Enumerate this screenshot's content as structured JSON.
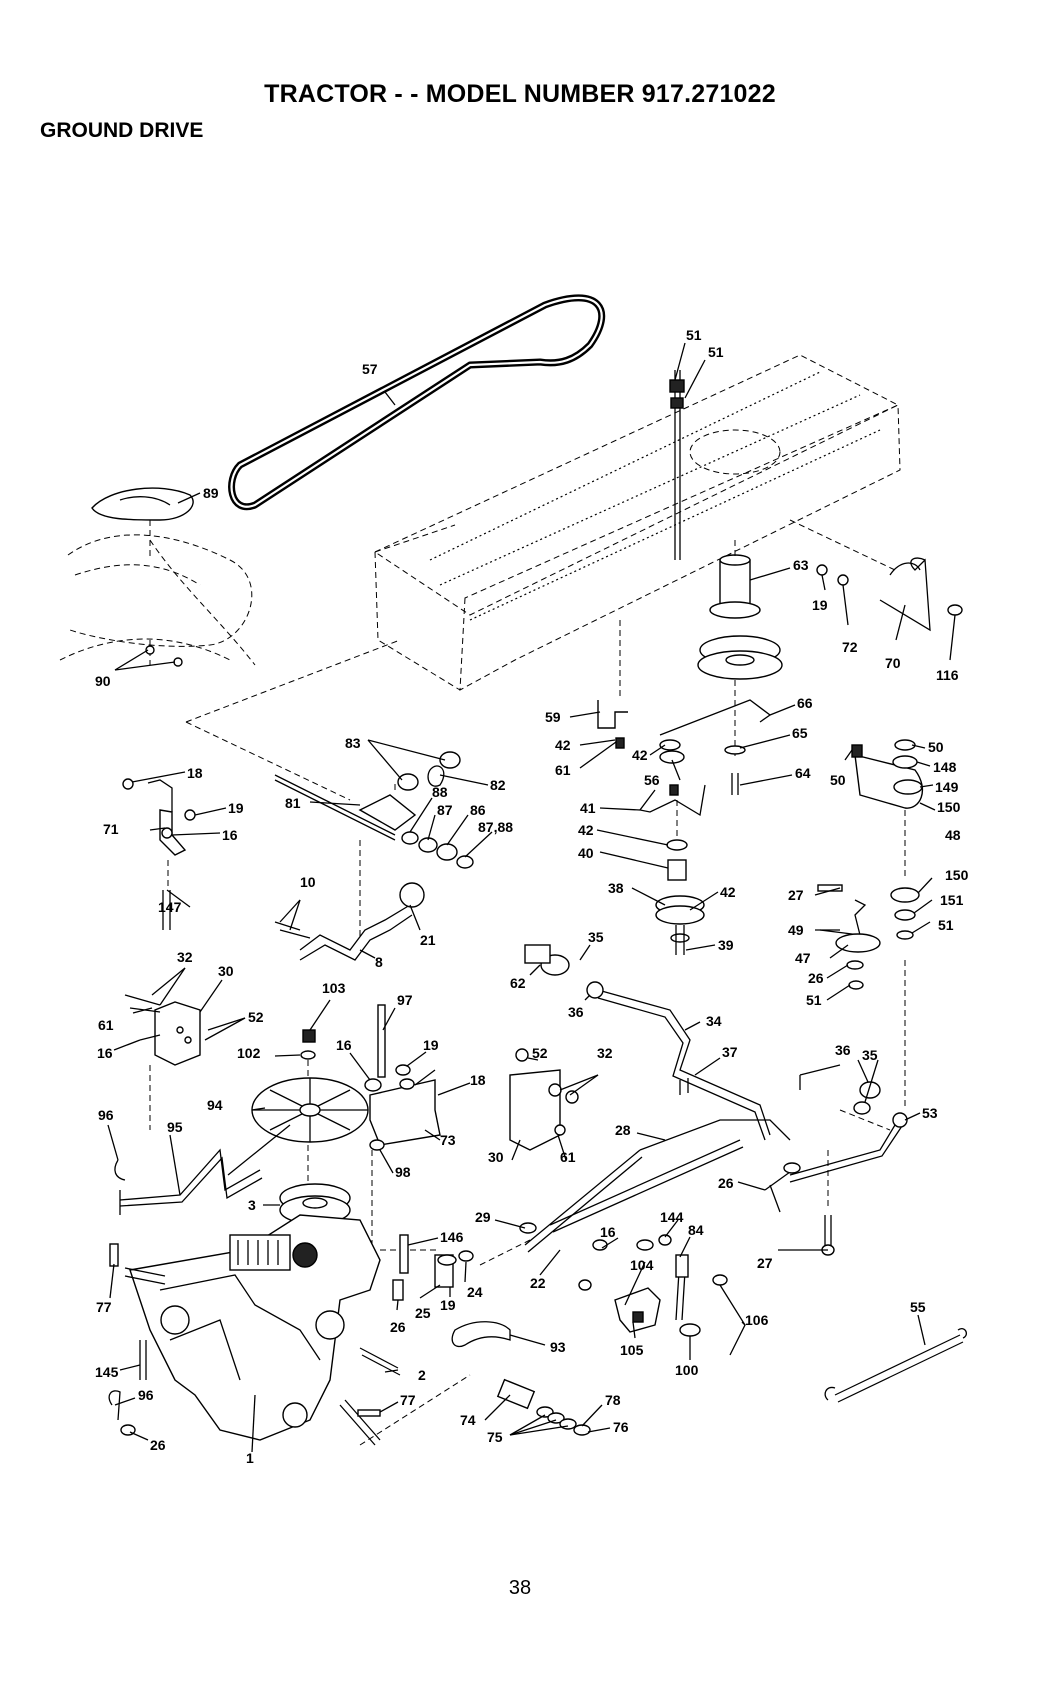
{
  "header": {
    "title": "TRACTOR - - MODEL NUMBER 917.271022",
    "subtitle": "GROUND DRIVE"
  },
  "footer": {
    "page_number": "38"
  },
  "callouts": [
    {
      "id": "c51a",
      "label": "51"
    },
    {
      "id": "c51b",
      "label": "51"
    },
    {
      "id": "c57",
      "label": "57"
    },
    {
      "id": "c89",
      "label": "89"
    },
    {
      "id": "c90",
      "label": "90"
    },
    {
      "id": "c63",
      "label": "63"
    },
    {
      "id": "c19a",
      "label": "19"
    },
    {
      "id": "c72",
      "label": "72"
    },
    {
      "id": "c70",
      "label": "70"
    },
    {
      "id": "c116",
      "label": "116"
    },
    {
      "id": "c66",
      "label": "66"
    },
    {
      "id": "c59",
      "label": "59"
    },
    {
      "id": "c65",
      "label": "65"
    },
    {
      "id": "c42a",
      "label": "42"
    },
    {
      "id": "c42b",
      "label": "42"
    },
    {
      "id": "c61a",
      "label": "61"
    },
    {
      "id": "c56",
      "label": "56"
    },
    {
      "id": "c64",
      "label": "64"
    },
    {
      "id": "c50a",
      "label": "50"
    },
    {
      "id": "c50b",
      "label": "50"
    },
    {
      "id": "c148",
      "label": "148"
    },
    {
      "id": "c149",
      "label": "149"
    },
    {
      "id": "c150a",
      "label": "150"
    },
    {
      "id": "c48",
      "label": "48"
    },
    {
      "id": "c150b",
      "label": "150"
    },
    {
      "id": "c151",
      "label": "151"
    },
    {
      "id": "c51c",
      "label": "51"
    },
    {
      "id": "c18a",
      "label": "18"
    },
    {
      "id": "c19b",
      "label": "19"
    },
    {
      "id": "c71",
      "label": "71"
    },
    {
      "id": "c16a",
      "label": "16"
    },
    {
      "id": "c83",
      "label": "83"
    },
    {
      "id": "c82",
      "label": "82"
    },
    {
      "id": "c81",
      "label": "81"
    },
    {
      "id": "c88a",
      "label": "88"
    },
    {
      "id": "c87a",
      "label": "87"
    },
    {
      "id": "c86",
      "label": "86"
    },
    {
      "id": "c8788",
      "label": "87,88"
    },
    {
      "id": "c41",
      "label": "41"
    },
    {
      "id": "c42c",
      "label": "42"
    },
    {
      "id": "c40",
      "label": "40"
    },
    {
      "id": "c38",
      "label": "38"
    },
    {
      "id": "c42d",
      "label": "42"
    },
    {
      "id": "c39",
      "label": "39"
    },
    {
      "id": "c27a",
      "label": "27"
    },
    {
      "id": "c49",
      "label": "49"
    },
    {
      "id": "c47",
      "label": "47"
    },
    {
      "id": "c26a",
      "label": "26"
    },
    {
      "id": "c51d",
      "label": "51"
    },
    {
      "id": "c147",
      "label": "147"
    },
    {
      "id": "c10",
      "label": "10"
    },
    {
      "id": "c21",
      "label": "21"
    },
    {
      "id": "c8",
      "label": "8"
    },
    {
      "id": "c32a",
      "label": "32"
    },
    {
      "id": "c30a",
      "label": "30"
    },
    {
      "id": "c103",
      "label": "103"
    },
    {
      "id": "c97",
      "label": "97"
    },
    {
      "id": "c35a",
      "label": "35"
    },
    {
      "id": "c62",
      "label": "62"
    },
    {
      "id": "c36a",
      "label": "36"
    },
    {
      "id": "c34",
      "label": "34"
    },
    {
      "id": "c61b",
      "label": "61"
    },
    {
      "id": "c52a",
      "label": "52"
    },
    {
      "id": "c16b",
      "label": "16"
    },
    {
      "id": "c102",
      "label": "102"
    },
    {
      "id": "c16c",
      "label": "16"
    },
    {
      "id": "c19c",
      "label": "19"
    },
    {
      "id": "c18b",
      "label": "18"
    },
    {
      "id": "c52b",
      "label": "52"
    },
    {
      "id": "c32b",
      "label": "32"
    },
    {
      "id": "c37",
      "label": "37"
    },
    {
      "id": "c36b",
      "label": "36"
    },
    {
      "id": "c35b",
      "label": "35"
    },
    {
      "id": "c94",
      "label": "94"
    },
    {
      "id": "c96a",
      "label": "96"
    },
    {
      "id": "c95",
      "label": "95"
    },
    {
      "id": "c73",
      "label": "73"
    },
    {
      "id": "c30b",
      "label": "30"
    },
    {
      "id": "c61c",
      "label": "61"
    },
    {
      "id": "c28",
      "label": "28"
    },
    {
      "id": "c53",
      "label": "53"
    },
    {
      "id": "c98",
      "label": "98"
    },
    {
      "id": "c3",
      "label": "3"
    },
    {
      "id": "c26b",
      "label": "26"
    },
    {
      "id": "c29",
      "label": "29"
    },
    {
      "id": "c146",
      "label": "146"
    },
    {
      "id": "c16d",
      "label": "16"
    },
    {
      "id": "c144",
      "label": "144"
    },
    {
      "id": "c84",
      "label": "84"
    },
    {
      "id": "c104",
      "label": "104"
    },
    {
      "id": "c27b",
      "label": "27"
    },
    {
      "id": "c77a",
      "label": "77"
    },
    {
      "id": "c24",
      "label": "24"
    },
    {
      "id": "c19d",
      "label": "19"
    },
    {
      "id": "c25",
      "label": "25"
    },
    {
      "id": "c22",
      "label": "22"
    },
    {
      "id": "c26c",
      "label": "26"
    },
    {
      "id": "c106",
      "label": "106"
    },
    {
      "id": "c55",
      "label": "55"
    },
    {
      "id": "c93",
      "label": "93"
    },
    {
      "id": "c105",
      "label": "105"
    },
    {
      "id": "c100",
      "label": "100"
    },
    {
      "id": "c145",
      "label": "145"
    },
    {
      "id": "c2",
      "label": "2"
    },
    {
      "id": "c96b",
      "label": "96"
    },
    {
      "id": "c77b",
      "label": "77"
    },
    {
      "id": "c78",
      "label": "78"
    },
    {
      "id": "c74",
      "label": "74"
    },
    {
      "id": "c76",
      "label": "76"
    },
    {
      "id": "c75",
      "label": "75"
    },
    {
      "id": "c26d",
      "label": "26"
    },
    {
      "id": "c1",
      "label": "1"
    }
  ]
}
